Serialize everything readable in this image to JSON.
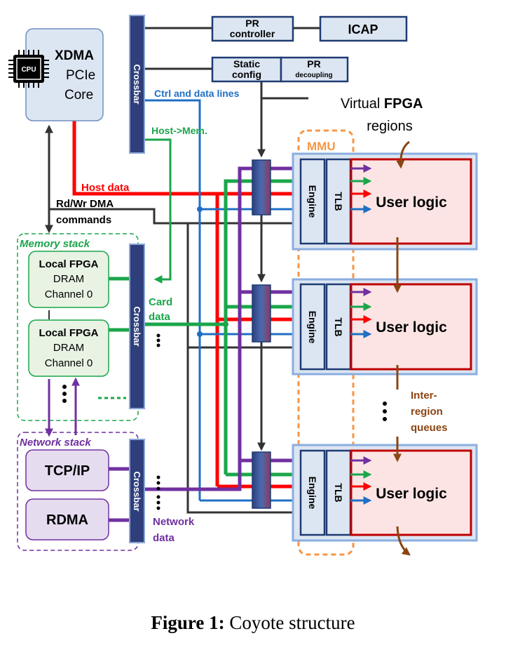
{
  "host": {
    "title": "XDMA",
    "line2": "PCIe",
    "line3": "Core",
    "cpu_label": "CPU"
  },
  "crossbar_label": "Crossbar",
  "pr": {
    "controller_l1": "PR",
    "controller_l2": "controller",
    "icap": "ICAP",
    "static_l1": "Static",
    "static_l2": "config",
    "decoupling_l1": "PR",
    "decoupling_l2": "decoupling"
  },
  "labels": {
    "ctrl_lines": "Ctrl and data lines",
    "host_mem": "Host->Mem.",
    "host_data": "Host data",
    "rdwr_l1": "Rd/Wr DMA",
    "rdwr_l2": "commands",
    "card_l1": "Card",
    "card_l2": "data",
    "network_l1": "Network",
    "network_l2": "data",
    "virtual_pre": "Virtual ",
    "virtual_bold": "FPGA",
    "regions": "regions",
    "mmu": "MMU",
    "inter_l1": "Inter-",
    "inter_l2": "region",
    "inter_l3": "queues"
  },
  "memory_stack": {
    "title": "Memory stack",
    "channels": [
      {
        "l1": "Local FPGA",
        "l2": "DRAM",
        "l3": "Channel 0"
      },
      {
        "l1": "Local FPGA",
        "l2": "DRAM",
        "l3": "Channel 0"
      }
    ]
  },
  "network_stack": {
    "title": "Network stack",
    "tcp": "TCP/IP",
    "rdma": "RDMA"
  },
  "region": {
    "engine": "Engine",
    "tlb": "TLB",
    "user_logic": "User logic"
  },
  "caption": {
    "label": "Figure 1:",
    "text": " Coyote structure"
  },
  "colors": {
    "host": "#ff0000",
    "ctrl": "#1f6fc5",
    "green": "#1aa64a",
    "purple": "#7030a0",
    "brown": "#8b4513",
    "crossbar": "#2e3f7c",
    "navy_edge": "#1f3b73",
    "box_fill": "#dce6f2",
    "user_fill": "#fce4e4",
    "user_border": "#c00000",
    "mmu": "#f79646"
  }
}
